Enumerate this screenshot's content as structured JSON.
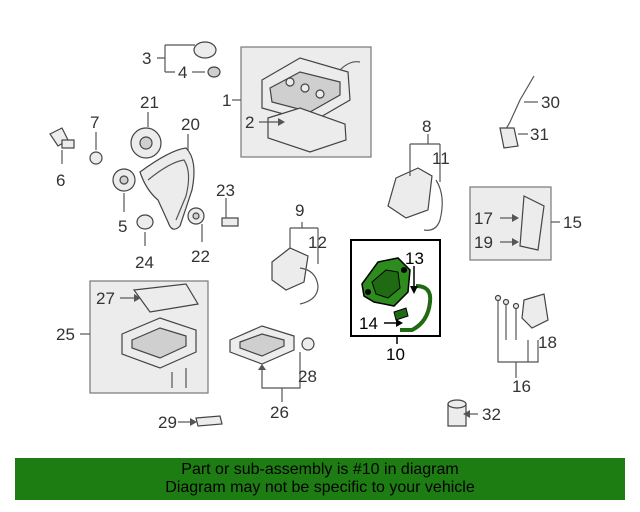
{
  "callouts": {
    "n1": "1",
    "n2": "2",
    "n3": "3",
    "n4": "4",
    "n5": "5",
    "n6": "6",
    "n7": "7",
    "n8": "8",
    "n9": "9",
    "n10": "10",
    "n11": "11",
    "n12": "12",
    "n13": "13",
    "n14": "14",
    "n15": "15",
    "n16": "16",
    "n17": "17",
    "n18": "18",
    "n19": "19",
    "n20": "20",
    "n21": "21",
    "n22": "22",
    "n23": "23",
    "n24": "24",
    "n25": "25",
    "n26": "26",
    "n27": "27",
    "n28": "28",
    "n29": "29",
    "n30": "30",
    "n31": "31",
    "n32": "32"
  },
  "highlighted_part": "10",
  "highlight_color": "#2e8b1e",
  "banner": {
    "line1": "Part or sub-assembly is #10 in diagram",
    "line2": "Diagram may not be specific to your vehicle",
    "background": "#1e7d12"
  }
}
